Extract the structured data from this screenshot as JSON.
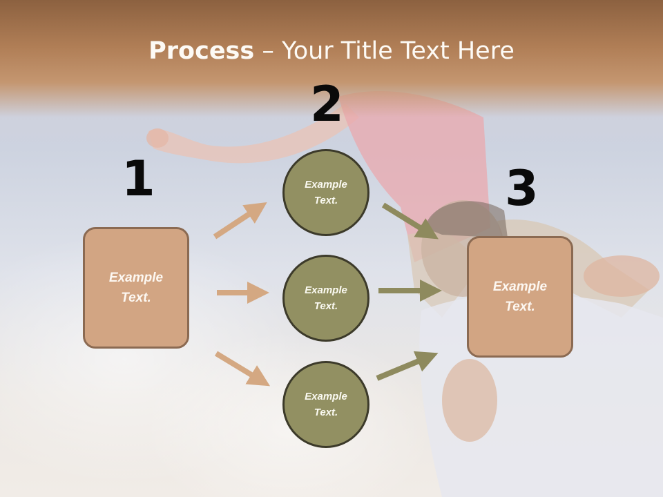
{
  "title": {
    "bold": "Process",
    "rest": " – Your Title Text Here"
  },
  "steps": {
    "one": "1",
    "two": "2",
    "three": "3"
  },
  "left_box": {
    "line1": "Example",
    "line2": "Text."
  },
  "right_box": {
    "line1": "Example",
    "line2": "Text."
  },
  "circles": [
    {
      "line1": "Example",
      "line2": "Text."
    },
    {
      "line1": "Example",
      "line2": "Text."
    },
    {
      "line1": "Example",
      "line2": "Text."
    }
  ],
  "colors": {
    "header": "#b07e56",
    "box_fill": "#d2a583",
    "box_border": "#8b6a52",
    "circle_fill": "#929062",
    "circle_border": "#3c3a2a",
    "arrow_left": "#d4a882",
    "arrow_right": "#8e8a5e"
  }
}
